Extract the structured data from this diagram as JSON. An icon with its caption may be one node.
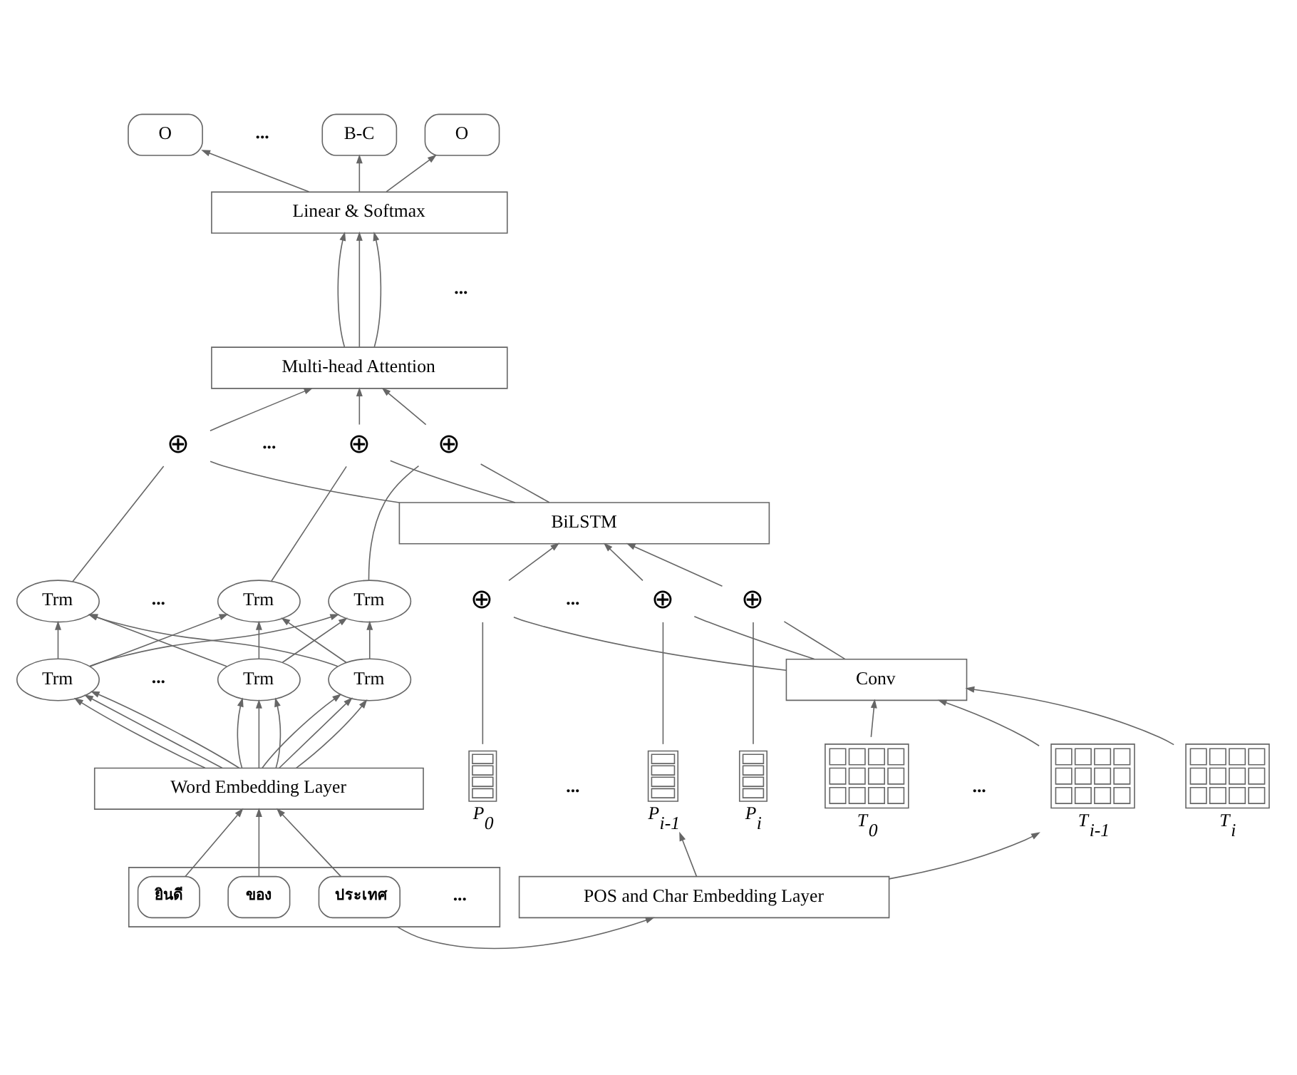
{
  "diagram": {
    "nodes": [
      {
        "text": [
          "O"
        ]
      },
      {
        "text": [
          "B-C"
        ]
      },
      {
        "text": [
          "O"
        ]
      },
      {
        "text": [
          "Linear & Softmax"
        ]
      },
      {
        "text": [
          "Multi-head Attention"
        ]
      },
      {
        "text": [
          "⊕"
        ]
      },
      {
        "text": [
          "⊕"
        ]
      },
      {
        "text": [
          "⊕"
        ]
      },
      {
        "text": [
          "BiLSTM"
        ]
      },
      {
        "text": [
          "Trm"
        ]
      },
      {
        "text": [
          "Trm"
        ]
      },
      {
        "text": [
          "Trm"
        ]
      },
      {
        "text": [
          "Trm"
        ]
      },
      {
        "text": [
          "Trm"
        ]
      },
      {
        "text": [
          "Trm"
        ]
      },
      {
        "text": [
          "Word Embedding Layer"
        ]
      },
      {
        "text": [],
        "shape": "box"
      },
      {
        "text": [
          "ยินดี"
        ],
        "in": 16
      },
      {
        "text": [
          "ของ"
        ],
        "in": 16
      },
      {
        "text": [
          "ประเทศ"
        ],
        "in": 16
      },
      {
        "text": [
          "POS and Char Embedding Layer"
        ]
      },
      {
        "text": [
          "⊕"
        ]
      },
      {
        "text": [
          "⊕"
        ]
      },
      {
        "text": [
          "⊕"
        ]
      },
      {
        "text": [
          "Conv"
        ]
      },
      {
        "text": [
          "P$_{0}$"
        ]
      },
      {
        "text": [
          "P$_{i-1}$"
        ]
      },
      {
        "text": [
          "P$_{i}$"
        ]
      },
      {
        "text": [
          "T$_{0}$"
        ]
      },
      {
        "text": [
          "T$_{i-1}$"
        ]
      },
      {
        "text": [
          "T$_{i}$"
        ]
      }
    ],
    "edges": [
      {
        "from": 3,
        "to": 0,
        "arrow": "to"
      },
      {
        "from": 3,
        "to": 1,
        "arrow": "to"
      },
      {
        "from": 3,
        "to": 2,
        "arrow": "to"
      },
      {
        "from": 4,
        "to": 3,
        "arrow": "to"
      },
      {
        "from": 4,
        "to": 3,
        "arrow": "to"
      },
      {
        "from": 4,
        "to": 3,
        "arrow": "to"
      },
      {
        "from": 5,
        "to": 4,
        "arrow": "to"
      },
      {
        "from": 6,
        "to": 4,
        "arrow": "to"
      },
      {
        "from": 7,
        "to": 4,
        "arrow": "to"
      },
      {
        "from": 9,
        "to": 5,
        "arrow": "none"
      },
      {
        "from": 10,
        "to": 6,
        "arrow": "none"
      },
      {
        "from": 11,
        "to": 7,
        "arrow": "none"
      },
      {
        "from": 8,
        "to": 5,
        "arrow": "none"
      },
      {
        "from": 8,
        "to": 6,
        "arrow": "none"
      },
      {
        "from": 8,
        "to": 7,
        "arrow": "none"
      },
      {
        "from": 12,
        "to": 9,
        "arrow": "to"
      },
      {
        "from": 12,
        "to": 10,
        "arrow": "to"
      },
      {
        "from": 12,
        "to": 11,
        "arrow": "to"
      },
      {
        "from": 13,
        "to": 9,
        "arrow": "to"
      },
      {
        "from": 13,
        "to": 10,
        "arrow": "to"
      },
      {
        "from": 13,
        "to": 11,
        "arrow": "to"
      },
      {
        "from": 14,
        "to": 9,
        "arrow": "to"
      },
      {
        "from": 14,
        "to": 10,
        "arrow": "to"
      },
      {
        "from": 14,
        "to": 11,
        "arrow": "to"
      },
      {
        "from": 15,
        "to": 12,
        "arrow": "to"
      },
      {
        "from": 15,
        "to": 13,
        "arrow": "to"
      },
      {
        "from": 15,
        "to": 14,
        "arrow": "to"
      },
      {
        "from": 15,
        "to": 12,
        "arrow": "to"
      },
      {
        "from": 15,
        "to": 13,
        "arrow": "to"
      },
      {
        "from": 15,
        "to": 14,
        "arrow": "to"
      },
      {
        "from": 15,
        "to": 12,
        "arrow": "to"
      },
      {
        "from": 15,
        "to": 13,
        "arrow": "to"
      },
      {
        "from": 15,
        "to": 14,
        "arrow": "to"
      },
      {
        "from": 17,
        "to": 15,
        "arrow": "to"
      },
      {
        "from": 18,
        "to": 15,
        "arrow": "to"
      },
      {
        "from": 19,
        "to": 15,
        "arrow": "to"
      },
      {
        "from": 16,
        "to": 20,
        "arrow": "to"
      },
      {
        "from": 20,
        "to": 26,
        "arrow": "to"
      },
      {
        "from": 20,
        "to": 29,
        "arrow": "to"
      },
      {
        "from": 28,
        "to": 24,
        "arrow": "to"
      },
      {
        "from": 29,
        "to": 24,
        "arrow": "to"
      },
      {
        "from": 30,
        "to": 24,
        "arrow": "to"
      },
      {
        "from": 25,
        "to": 21,
        "arrow": "none"
      },
      {
        "from": 26,
        "to": 22,
        "arrow": "none"
      },
      {
        "from": 27,
        "to": 23,
        "arrow": "none"
      },
      {
        "from": 24,
        "to": 21,
        "arrow": "none"
      },
      {
        "from": 24,
        "to": 22,
        "arrow": "none"
      },
      {
        "from": 24,
        "to": 23,
        "arrow": "none"
      },
      {
        "from": 21,
        "to": 8,
        "arrow": "to"
      },
      {
        "from": 22,
        "to": 8,
        "arrow": "to"
      },
      {
        "from": 23,
        "to": 8,
        "arrow": "to"
      }
    ],
    "labels": [
      "...",
      "...",
      "...",
      "...",
      "...",
      "...",
      "...",
      "...",
      "..."
    ]
  }
}
